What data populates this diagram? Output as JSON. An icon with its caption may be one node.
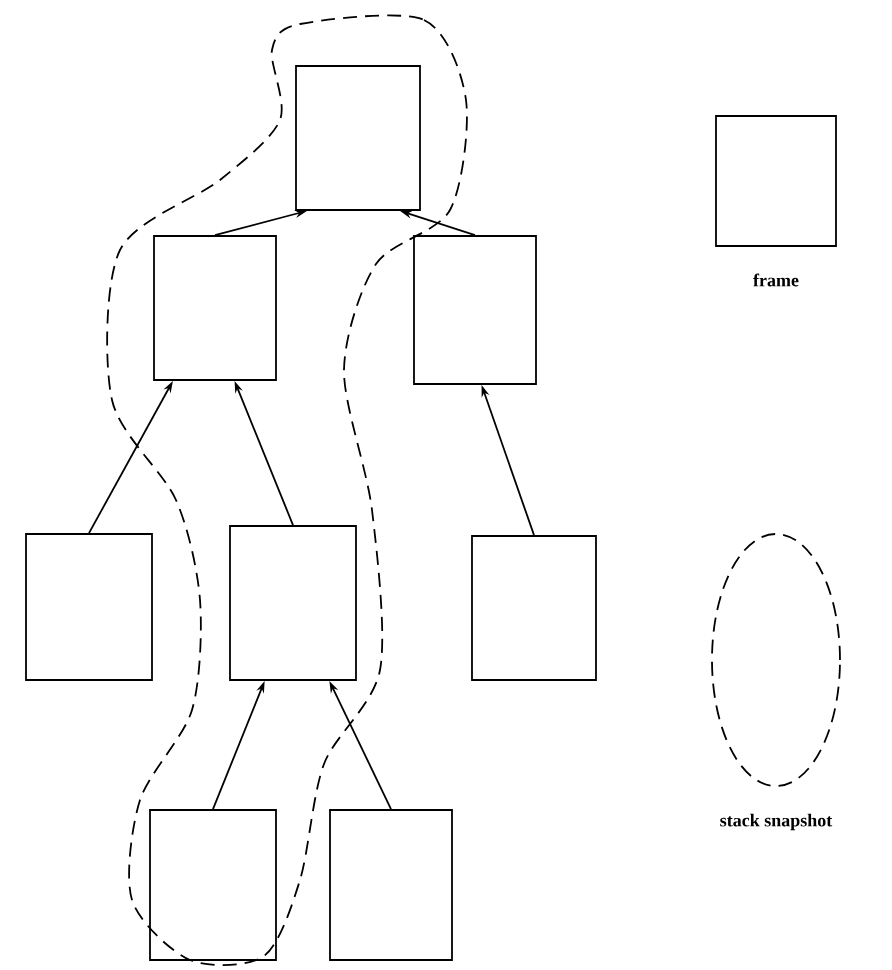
{
  "diagram": {
    "nodes": [
      {
        "text": [],
        "shape": "box"
      },
      {
        "text": [],
        "shape": "box"
      },
      {
        "text": [],
        "shape": "box"
      },
      {
        "text": [],
        "shape": "box"
      },
      {
        "text": [],
        "shape": "box"
      },
      {
        "text": [],
        "shape": "box"
      },
      {
        "text": [],
        "shape": "box"
      },
      {
        "text": [],
        "shape": "box"
      }
    ],
    "edges": [
      {
        "from": 1,
        "to": 0,
        "arrow": "to"
      },
      {
        "from": 2,
        "to": 0,
        "arrow": "to"
      },
      {
        "from": 3,
        "to": 1,
        "arrow": "to"
      },
      {
        "from": 4,
        "to": 1,
        "arrow": "to"
      },
      {
        "from": 5,
        "to": 2,
        "arrow": "to"
      },
      {
        "from": 6,
        "to": 4,
        "arrow": "to"
      },
      {
        "from": 7,
        "to": 4,
        "arrow": "to"
      }
    ],
    "legend": [
      {
        "text": "frame"
      },
      {
        "text": "stack snapshot"
      }
    ]
  }
}
